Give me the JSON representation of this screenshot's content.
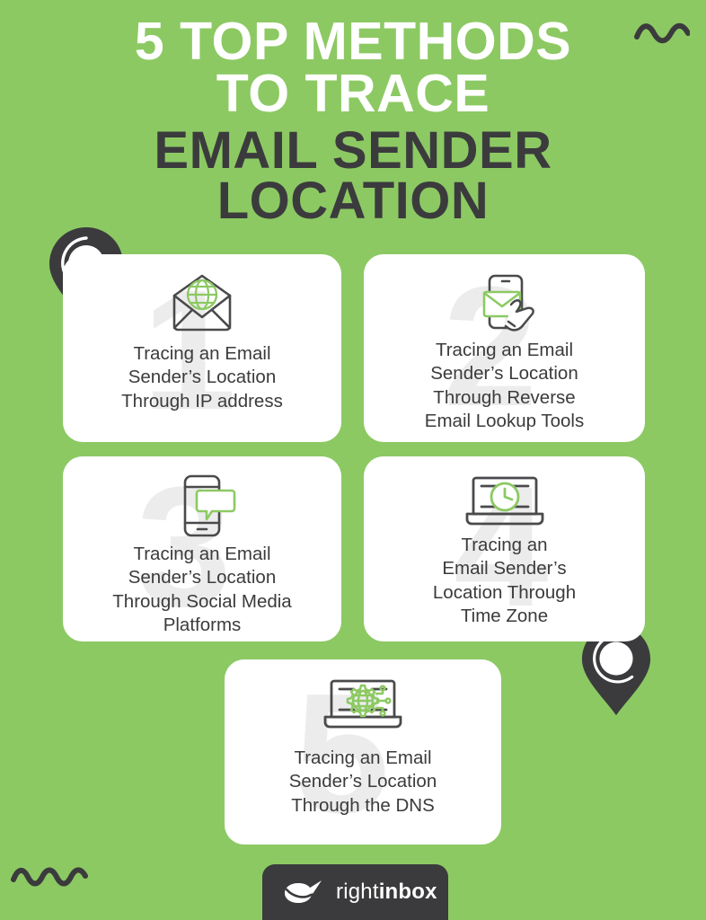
{
  "background_color": "#8cc963",
  "accent_green": "#8cc963",
  "icon_green": "#8cc963",
  "dark_color": "#3b3b3d",
  "card_color": "#ffffff",
  "watermark_color": "#ececec",
  "title": {
    "line1": "5 TOP METHODS",
    "line2": "TO TRACE",
    "line3": "EMAIL SENDER",
    "line4": "LOCATION"
  },
  "decorations": {
    "squiggle_top_right": "squiggle-wave",
    "squiggle_bottom_left": "squiggle-wave",
    "pin_top_left": "location-pin",
    "pin_bottom_right": "location-pin"
  },
  "cards": [
    {
      "number": "1",
      "icon": "open-envelope-globe-icon",
      "text": "Tracing an Email Sender’s Location Through IP address",
      "lines": [
        "Tracing an Email",
        "Sender’s Location",
        "Through IP address"
      ]
    },
    {
      "number": "2",
      "icon": "smartphone-email-hand-icon",
      "text": "Tracing an Email Sender’s Location Through Reverse Email Lookup Tools",
      "lines": [
        "Tracing an Email",
        "Sender’s Location",
        "Through Reverse",
        "Email Lookup Tools"
      ]
    },
    {
      "number": "3",
      "icon": "smartphone-chat-bubble-icon",
      "text": "Tracing an Email Sender’s Location Through Social Media Platforms",
      "lines": [
        "Tracing an Email",
        "Sender’s Location",
        "Through Social Media",
        "Platforms"
      ]
    },
    {
      "number": "4",
      "icon": "laptop-clock-icon",
      "text": "Tracing an Email Sender’s Location Through Time Zone",
      "lines": [
        "Tracing an",
        "Email Sender’s",
        "Location Through",
        "Time Zone"
      ]
    },
    {
      "number": "5",
      "icon": "laptop-globe-network-icon",
      "text": "Tracing an Email Sender’s Location Through the DNS",
      "lines": [
        "Tracing an Email",
        "Sender’s Location",
        "Through the DNS"
      ]
    }
  ],
  "footer": {
    "logo_icon": "rightinbox-tray-plane-icon",
    "brand_light": "right",
    "brand_bold": "inbox"
  }
}
